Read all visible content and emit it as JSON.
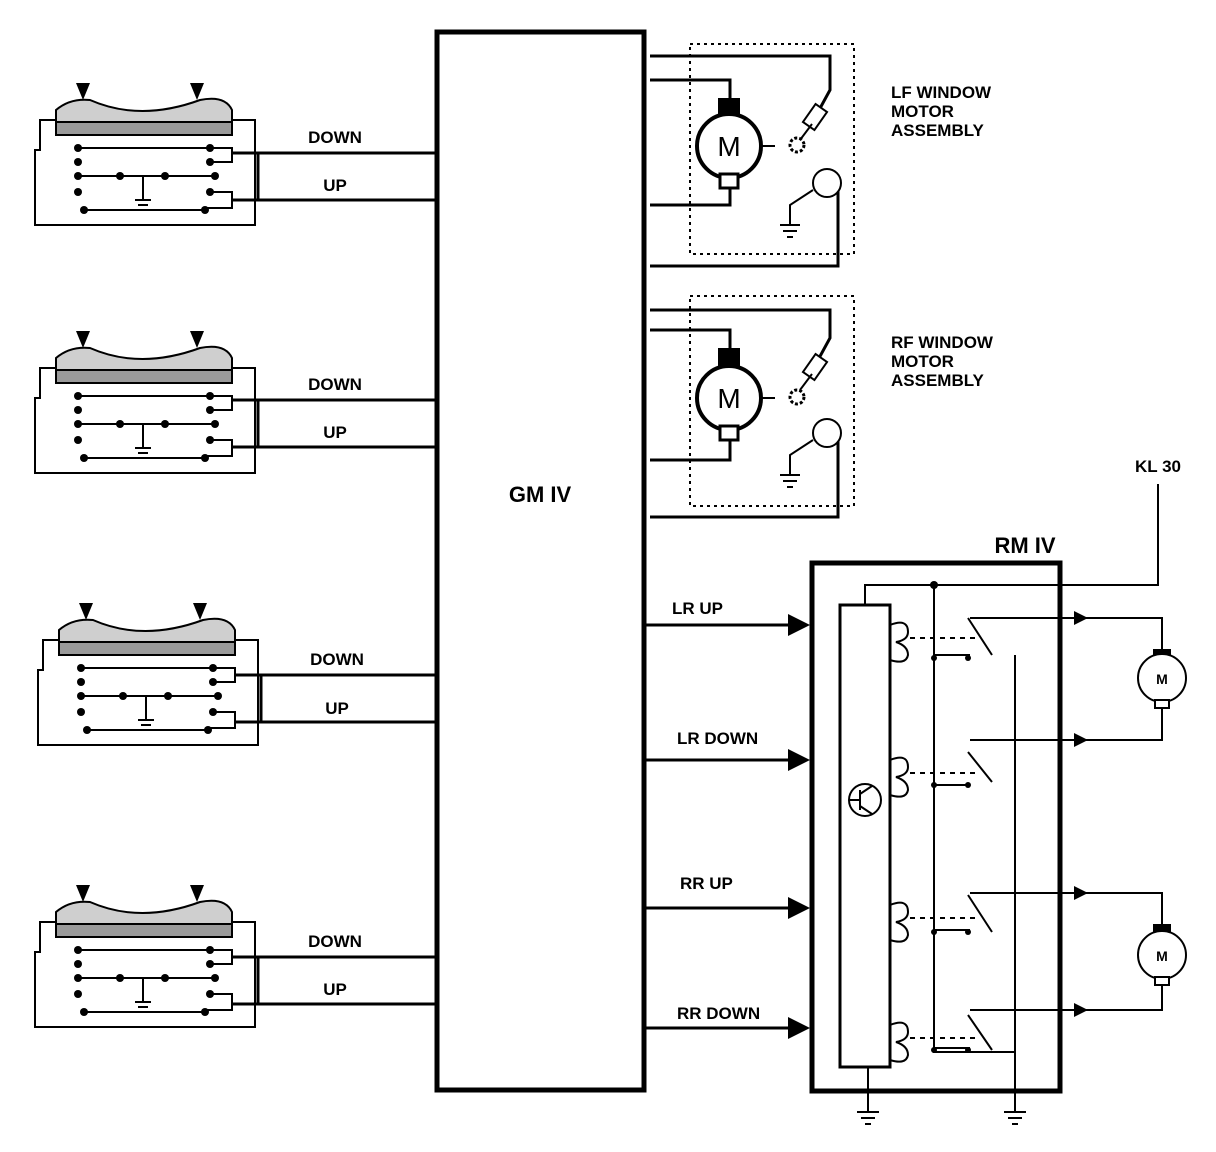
{
  "central_unit": {
    "label": "GM IV"
  },
  "relay_module": {
    "label": "RM IV"
  },
  "power_feed": {
    "label": "KL 30"
  },
  "switches": [
    {
      "down_label": "DOWN",
      "up_label": "UP"
    },
    {
      "down_label": "DOWN",
      "up_label": "UP"
    },
    {
      "down_label": "DOWN",
      "up_label": "UP"
    },
    {
      "down_label": "DOWN",
      "up_label": "UP"
    }
  ],
  "front_motors": [
    {
      "lines": [
        "LF WINDOW",
        "MOTOR",
        "ASSEMBLY"
      ],
      "motor_symbol": "M"
    },
    {
      "lines": [
        "RF WINDOW",
        "MOTOR",
        "ASSEMBLY"
      ],
      "motor_symbol": "M"
    }
  ],
  "rear_outputs": [
    {
      "label": "LR UP"
    },
    {
      "label": "LR DOWN"
    },
    {
      "label": "RR UP"
    },
    {
      "label": "RR DOWN"
    }
  ],
  "rear_motors": [
    {
      "motor_symbol": "M"
    },
    {
      "motor_symbol": "M"
    }
  ]
}
